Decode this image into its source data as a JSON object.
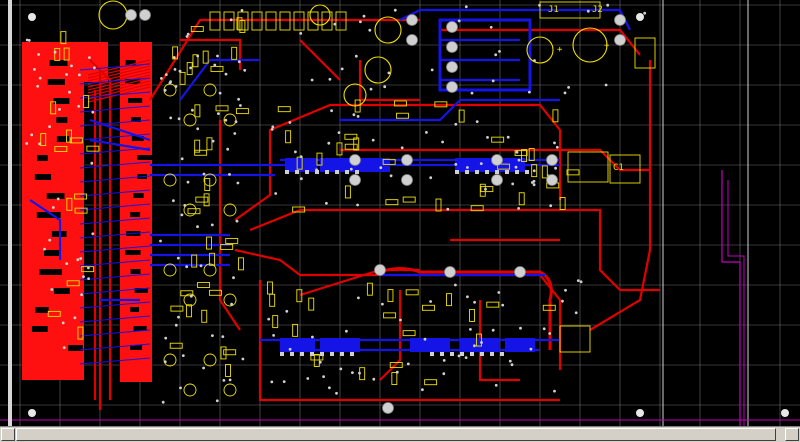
{
  "view": "pcb-layout-editor",
  "layer_colors": {
    "background": "#000000",
    "grid": "#9a9a9a",
    "top_copper": "#e00000",
    "bottom_copper": "#1414e6",
    "silkscreen": "#f0e000",
    "pad": "#d0d0d0",
    "board_outline": "#c000c0"
  },
  "labels": {
    "plus_marker": "+",
    "ref_a": "J1",
    "ref_b": "J2",
    "ref_c": "C1"
  },
  "scrollbar": {
    "left_icon": "arrow-left-icon",
    "right_icon": "arrow-right-icon"
  }
}
